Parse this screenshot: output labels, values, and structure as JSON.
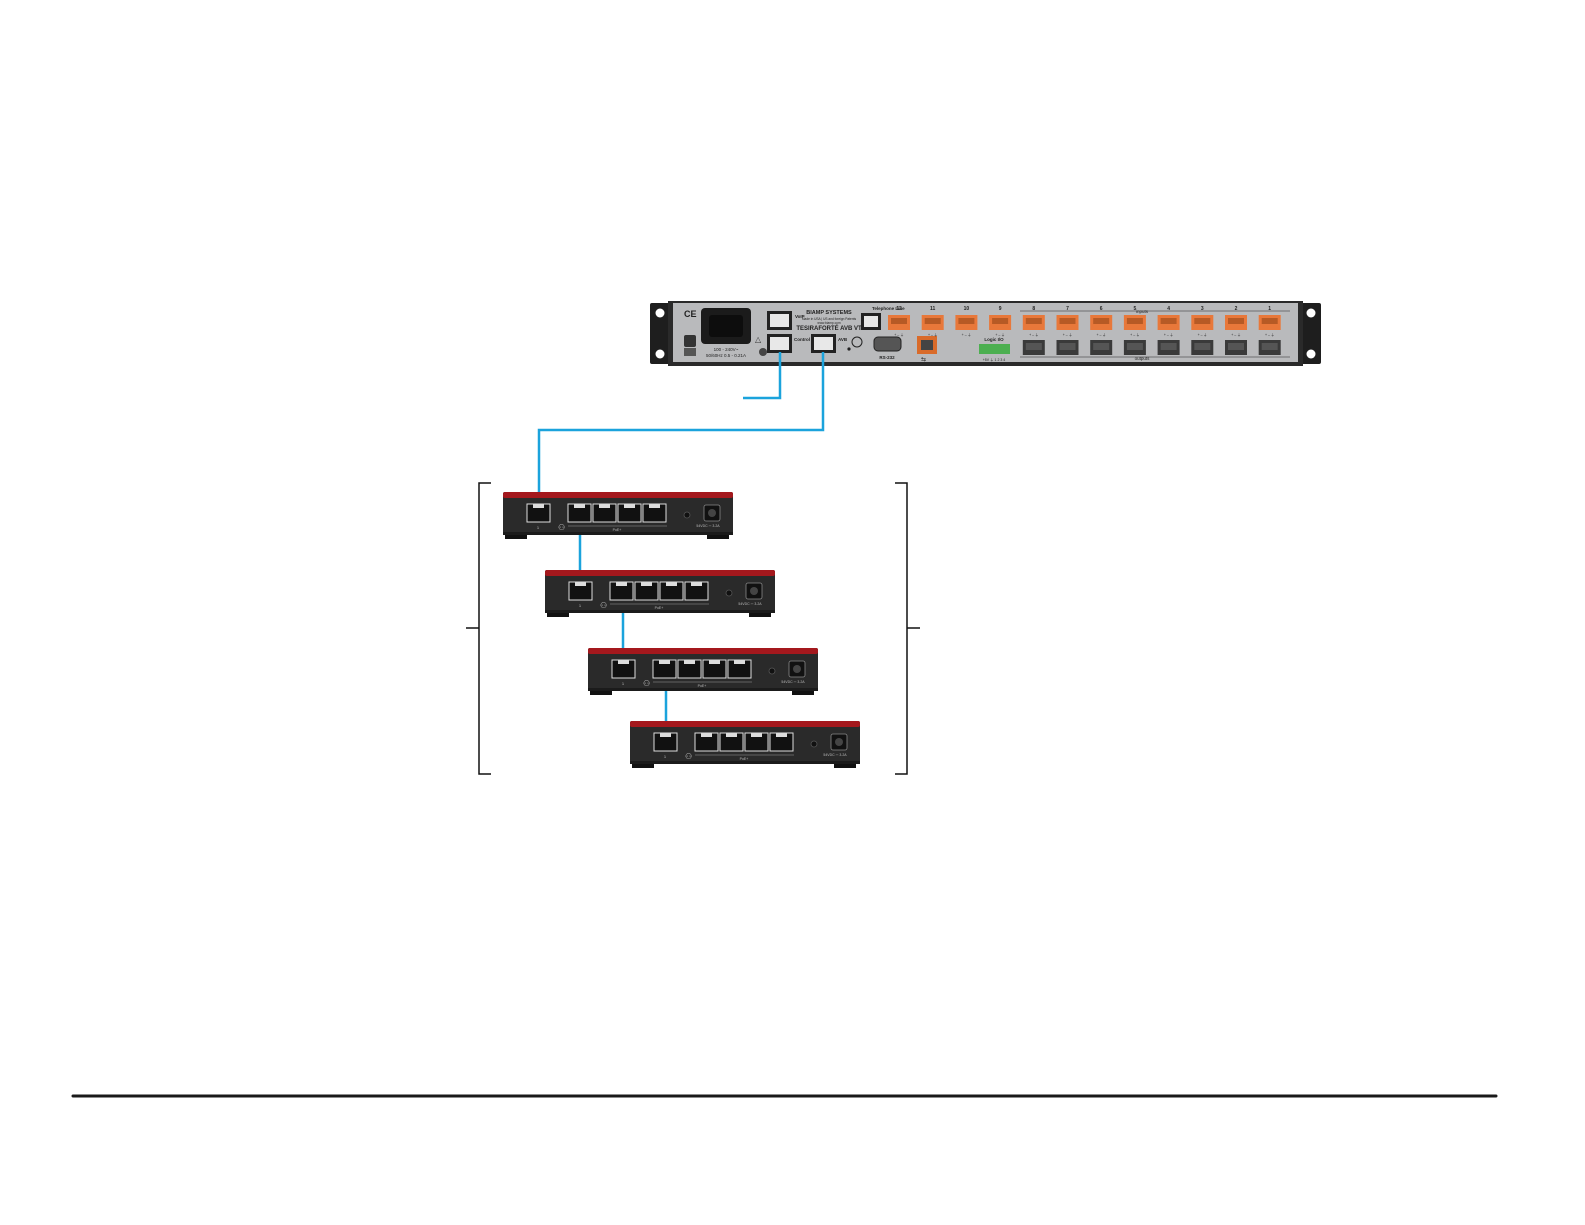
{
  "colors": {
    "cable": "#1ba3dc",
    "rack_panel": "#b9babc",
    "rack_ears": "#1e1e1e",
    "terminal_orange": "#e8783a",
    "switch_body": "#2a2a2a",
    "switch_top_accent": "#a4181d",
    "bottom_rule": "#1a1a1a"
  },
  "processor": {
    "brand": "BIAMP SYSTEMS",
    "fine_print": "Made in USA | US and foreign Patents",
    "fine_print_url": "www.biamp.com",
    "model": "TESIRAFORTÉ AVB VT",
    "power_rating_1": "100 - 240V~",
    "power_rating_2": "50/60Hz 0.5 - 0.21A",
    "port_voip": "VoIP",
    "port_control": "Control",
    "port_avb": "AVB",
    "telephone_label": "Telephone Line",
    "rs232_label": "RS-232",
    "logic_label": "Logic I/O",
    "logic_pins": "+5V ⏚ 1 2 3 4",
    "inputs_label": "inputs",
    "outputs_label": "outputs",
    "channels": [
      "12",
      "11",
      "10",
      "9",
      "8",
      "7",
      "6",
      "5",
      "4",
      "3",
      "2",
      "1"
    ],
    "terminal_pins": "+ – ⏚",
    "ce_mark": "CE"
  },
  "switch": {
    "port_numbers": [
      "1",
      "2",
      "3",
      "4",
      "5"
    ],
    "poe_label": "PoE+",
    "power_label": "54VDC ⎓ 3.2A"
  },
  "icons": [
    "network-icon",
    "ground-icon",
    "usb-icon"
  ]
}
